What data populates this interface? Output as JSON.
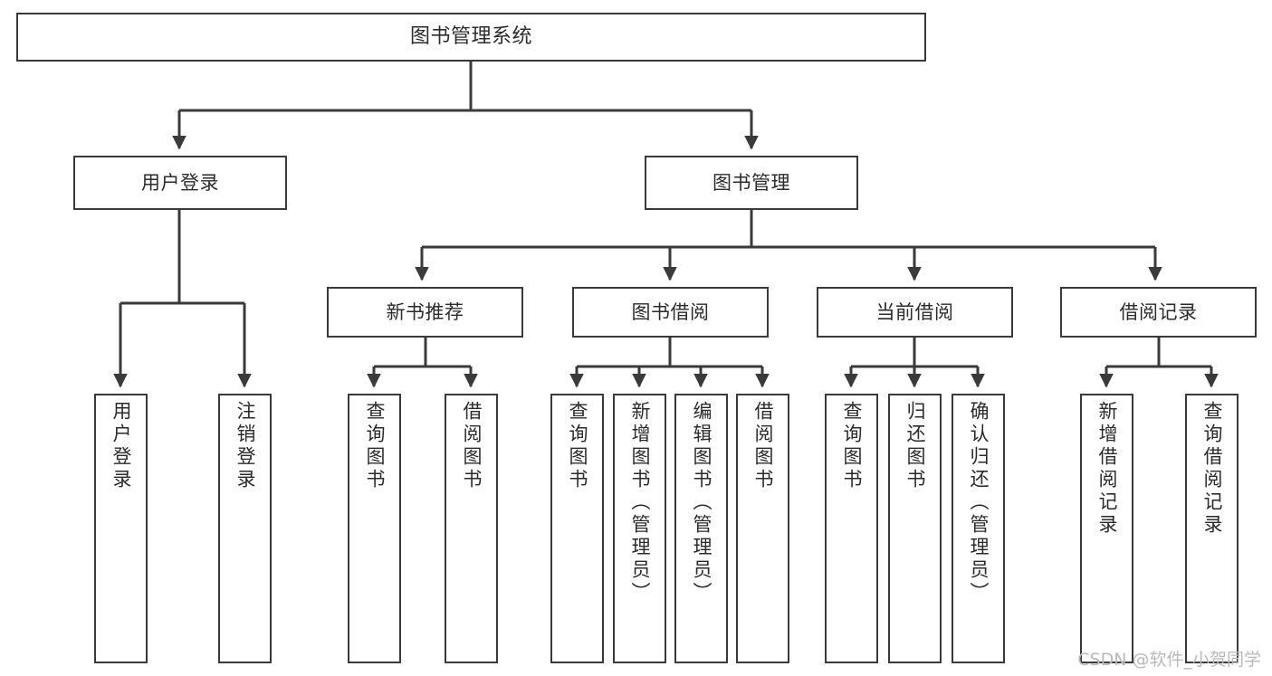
{
  "diagram": {
    "title": "图书管理系统",
    "type": "tree-hierarchy-chart",
    "stroke_color": "#3a3a3a",
    "text_color": "#2b2b2b",
    "background_color": "#ffffff",
    "watermark": "CSDN @软件_小贺同学"
  },
  "nodes": {
    "root": {
      "label": "图书管理系统"
    },
    "level2": [
      {
        "label": "用户登录"
      },
      {
        "label": "图书管理"
      }
    ],
    "level3": [
      {
        "label": "新书推荐"
      },
      {
        "label": "图书借阅"
      },
      {
        "label": "当前借阅"
      },
      {
        "label": "借阅记录"
      }
    ],
    "leaves": {
      "user_login": [
        {
          "label": "用户登录"
        },
        {
          "label": "注销登录"
        }
      ],
      "new_book_recommend": [
        {
          "label": "查询图书"
        },
        {
          "label": "借阅图书"
        }
      ],
      "book_borrow": [
        {
          "label": "查询图书"
        },
        {
          "label": "新增图书（管理员）"
        },
        {
          "label": "编辑图书（管理员）"
        },
        {
          "label": "借阅图书"
        }
      ],
      "current_borrow": [
        {
          "label": "查询图书"
        },
        {
          "label": "归还图书"
        },
        {
          "label": "确认归还（管理员）"
        }
      ],
      "borrow_record": [
        {
          "label": "新增借阅记录"
        },
        {
          "label": "查询借阅记录"
        }
      ]
    }
  }
}
